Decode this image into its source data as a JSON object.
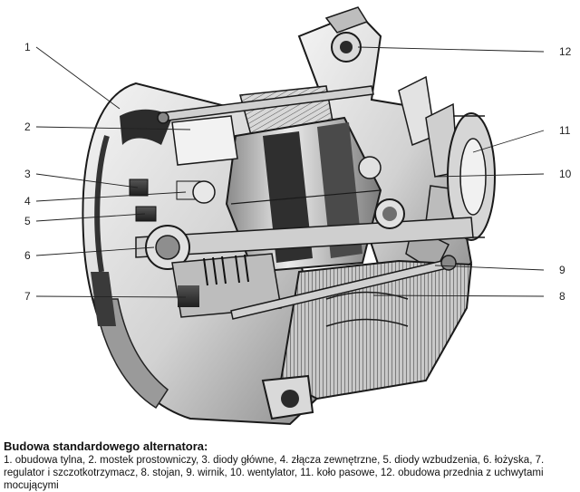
{
  "callouts": {
    "left": [
      "1",
      "2",
      "3",
      "4",
      "5",
      "6",
      "7"
    ],
    "right": [
      "12",
      "11",
      "10",
      "9",
      "8"
    ]
  },
  "caption": {
    "title": "Budowa standardowego alternatora:",
    "text": "1. obudowa tylna, 2. mostek prostowniczy, 3. diody główne, 4. złącza zewnętrzne, 5. diody wzbudzenia, 6. łożyska, 7. regulator i szczotkotrzymacz, 8. stojan, 9. wirnik, 10. wentylator, 11. koło pasowe, 12. obudowa przednia z uchwytami mocującymi"
  },
  "colors": {
    "ink": "#1a1a1a",
    "metal_light": "#e9e9e9",
    "metal_mid": "#bdbdbd",
    "metal_dark": "#6a6a6a",
    "shadow": "#2b2b2b"
  }
}
